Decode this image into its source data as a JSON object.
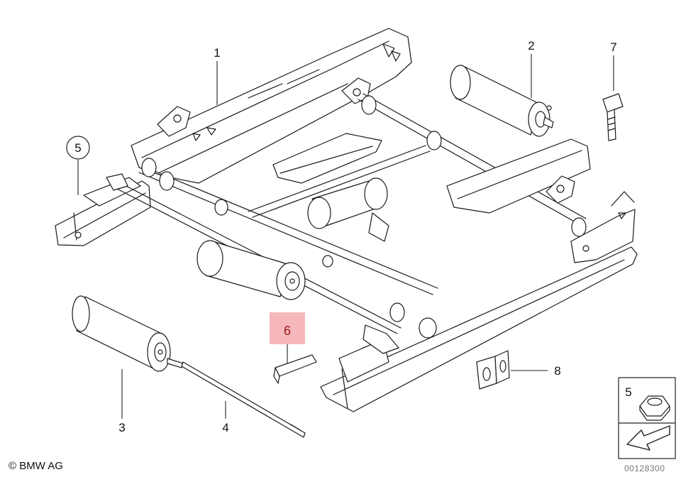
{
  "callouts": {
    "c1": "1",
    "c2": "2",
    "c3": "3",
    "c4": "4",
    "c5": "5",
    "c6": "6",
    "c7": "7",
    "c8": "8",
    "c5_legend": "5"
  },
  "highlight_color": "#f4aab0",
  "copyright": "© BMW AG",
  "image_id": "00128300"
}
